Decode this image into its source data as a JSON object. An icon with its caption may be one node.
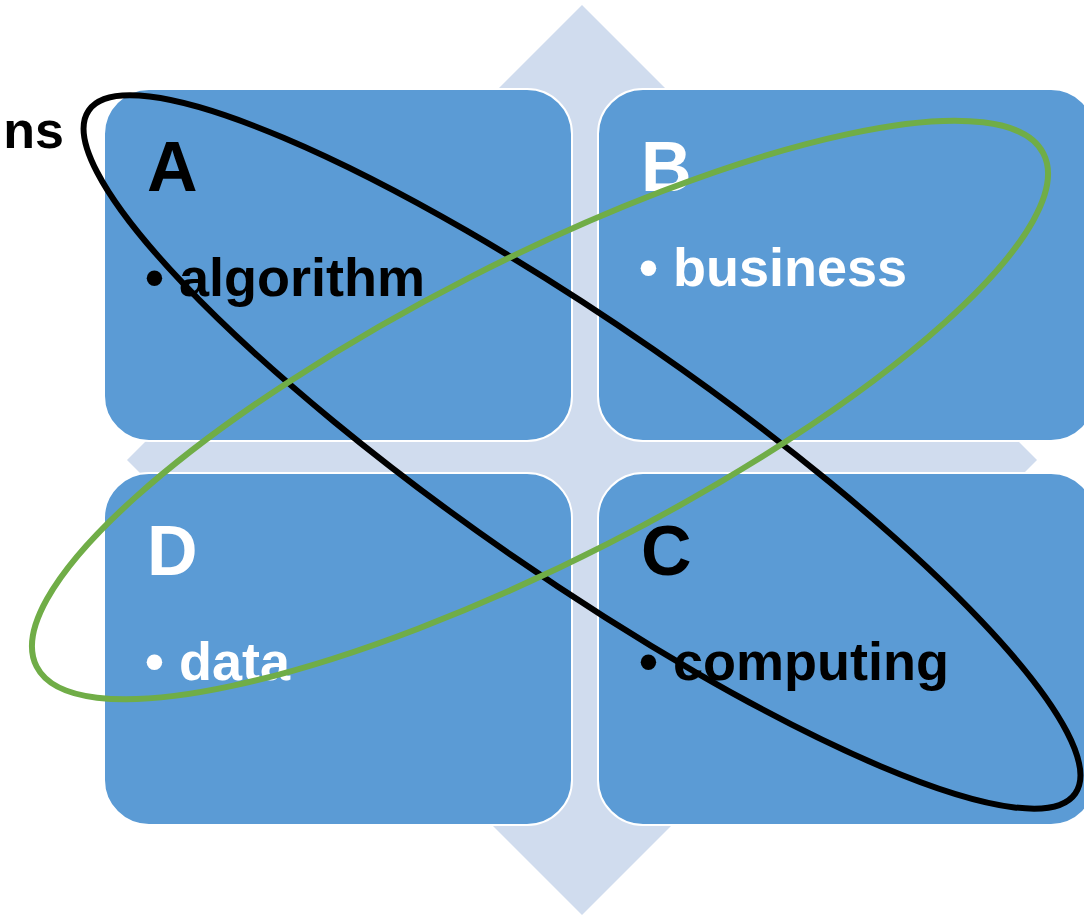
{
  "diagram": {
    "nodes": [
      {
        "text": [
          "A",
          "• algorithm"
        ]
      },
      {
        "text": [
          "B",
          "• business"
        ]
      },
      {
        "text": [
          "D",
          "• data"
        ]
      },
      {
        "text": [
          "C",
          "• computing"
        ]
      }
    ],
    "labels": [
      "ns"
    ]
  }
}
